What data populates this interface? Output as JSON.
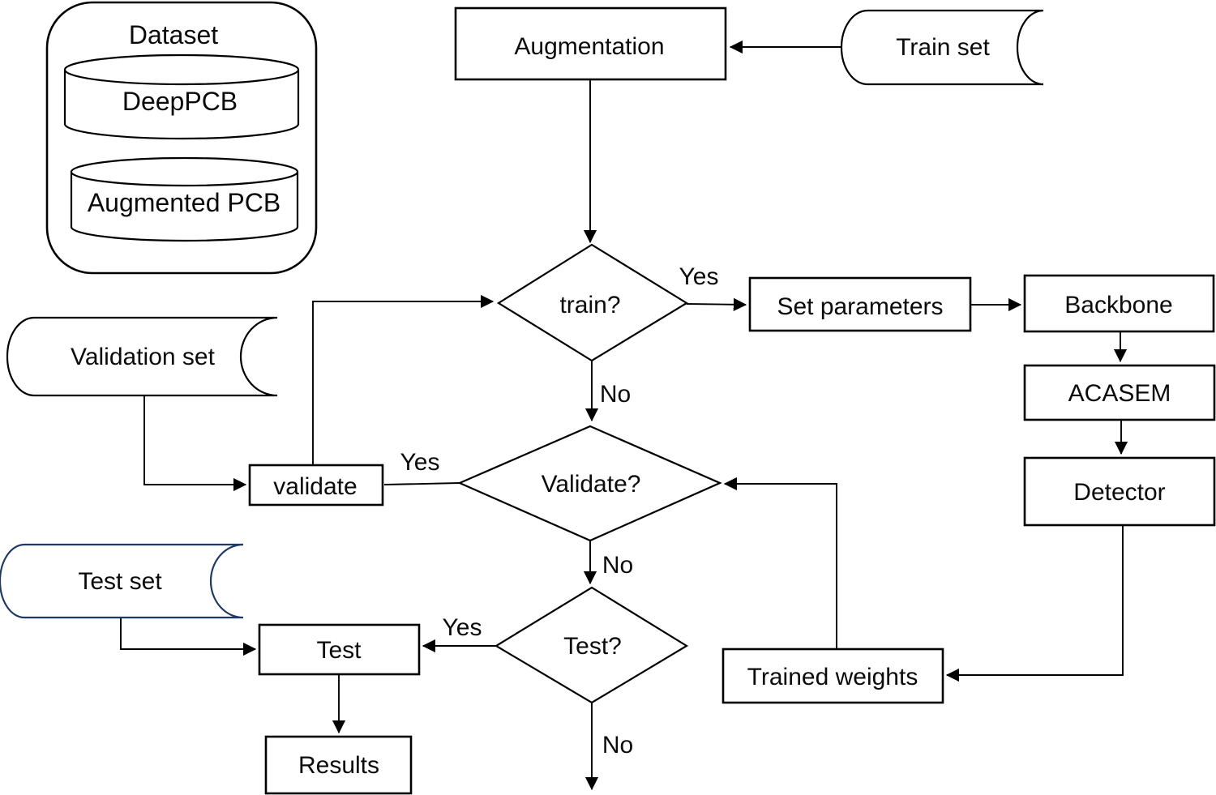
{
  "nodes": {
    "dataset": {
      "label": "Dataset"
    },
    "deeppcb": {
      "label": "DeepPCB"
    },
    "augmented_pcb": {
      "label": "Augmented PCB"
    },
    "augmentation": {
      "label": "Augmentation"
    },
    "train_set": {
      "label": "Train set"
    },
    "train_decision": {
      "label": "train?"
    },
    "set_parameters": {
      "label": "Set parameters"
    },
    "backbone": {
      "label": "Backbone"
    },
    "acasem": {
      "label": "ACASEM"
    },
    "detector": {
      "label": "Detector"
    },
    "validation_set": {
      "label": "Validation set"
    },
    "validate": {
      "label": "validate"
    },
    "validate_decision": {
      "label": "Validate?"
    },
    "test_set": {
      "label": "Test set"
    },
    "test": {
      "label": "Test"
    },
    "test_decision": {
      "label": "Test?"
    },
    "trained_weights": {
      "label": "Trained weights"
    },
    "results": {
      "label": "Results"
    }
  },
  "edges": {
    "train_yes": {
      "label": "Yes"
    },
    "train_no": {
      "label": "No"
    },
    "validate_yes": {
      "label": "Yes"
    },
    "validate_no": {
      "label": "No"
    },
    "test_yes": {
      "label": "Yes"
    },
    "test_no": {
      "label": "No"
    }
  },
  "colors": {
    "line": "#000000",
    "test_set_outline": "#1f3864",
    "background": "#ffffff",
    "text": "#0b0b0b"
  }
}
